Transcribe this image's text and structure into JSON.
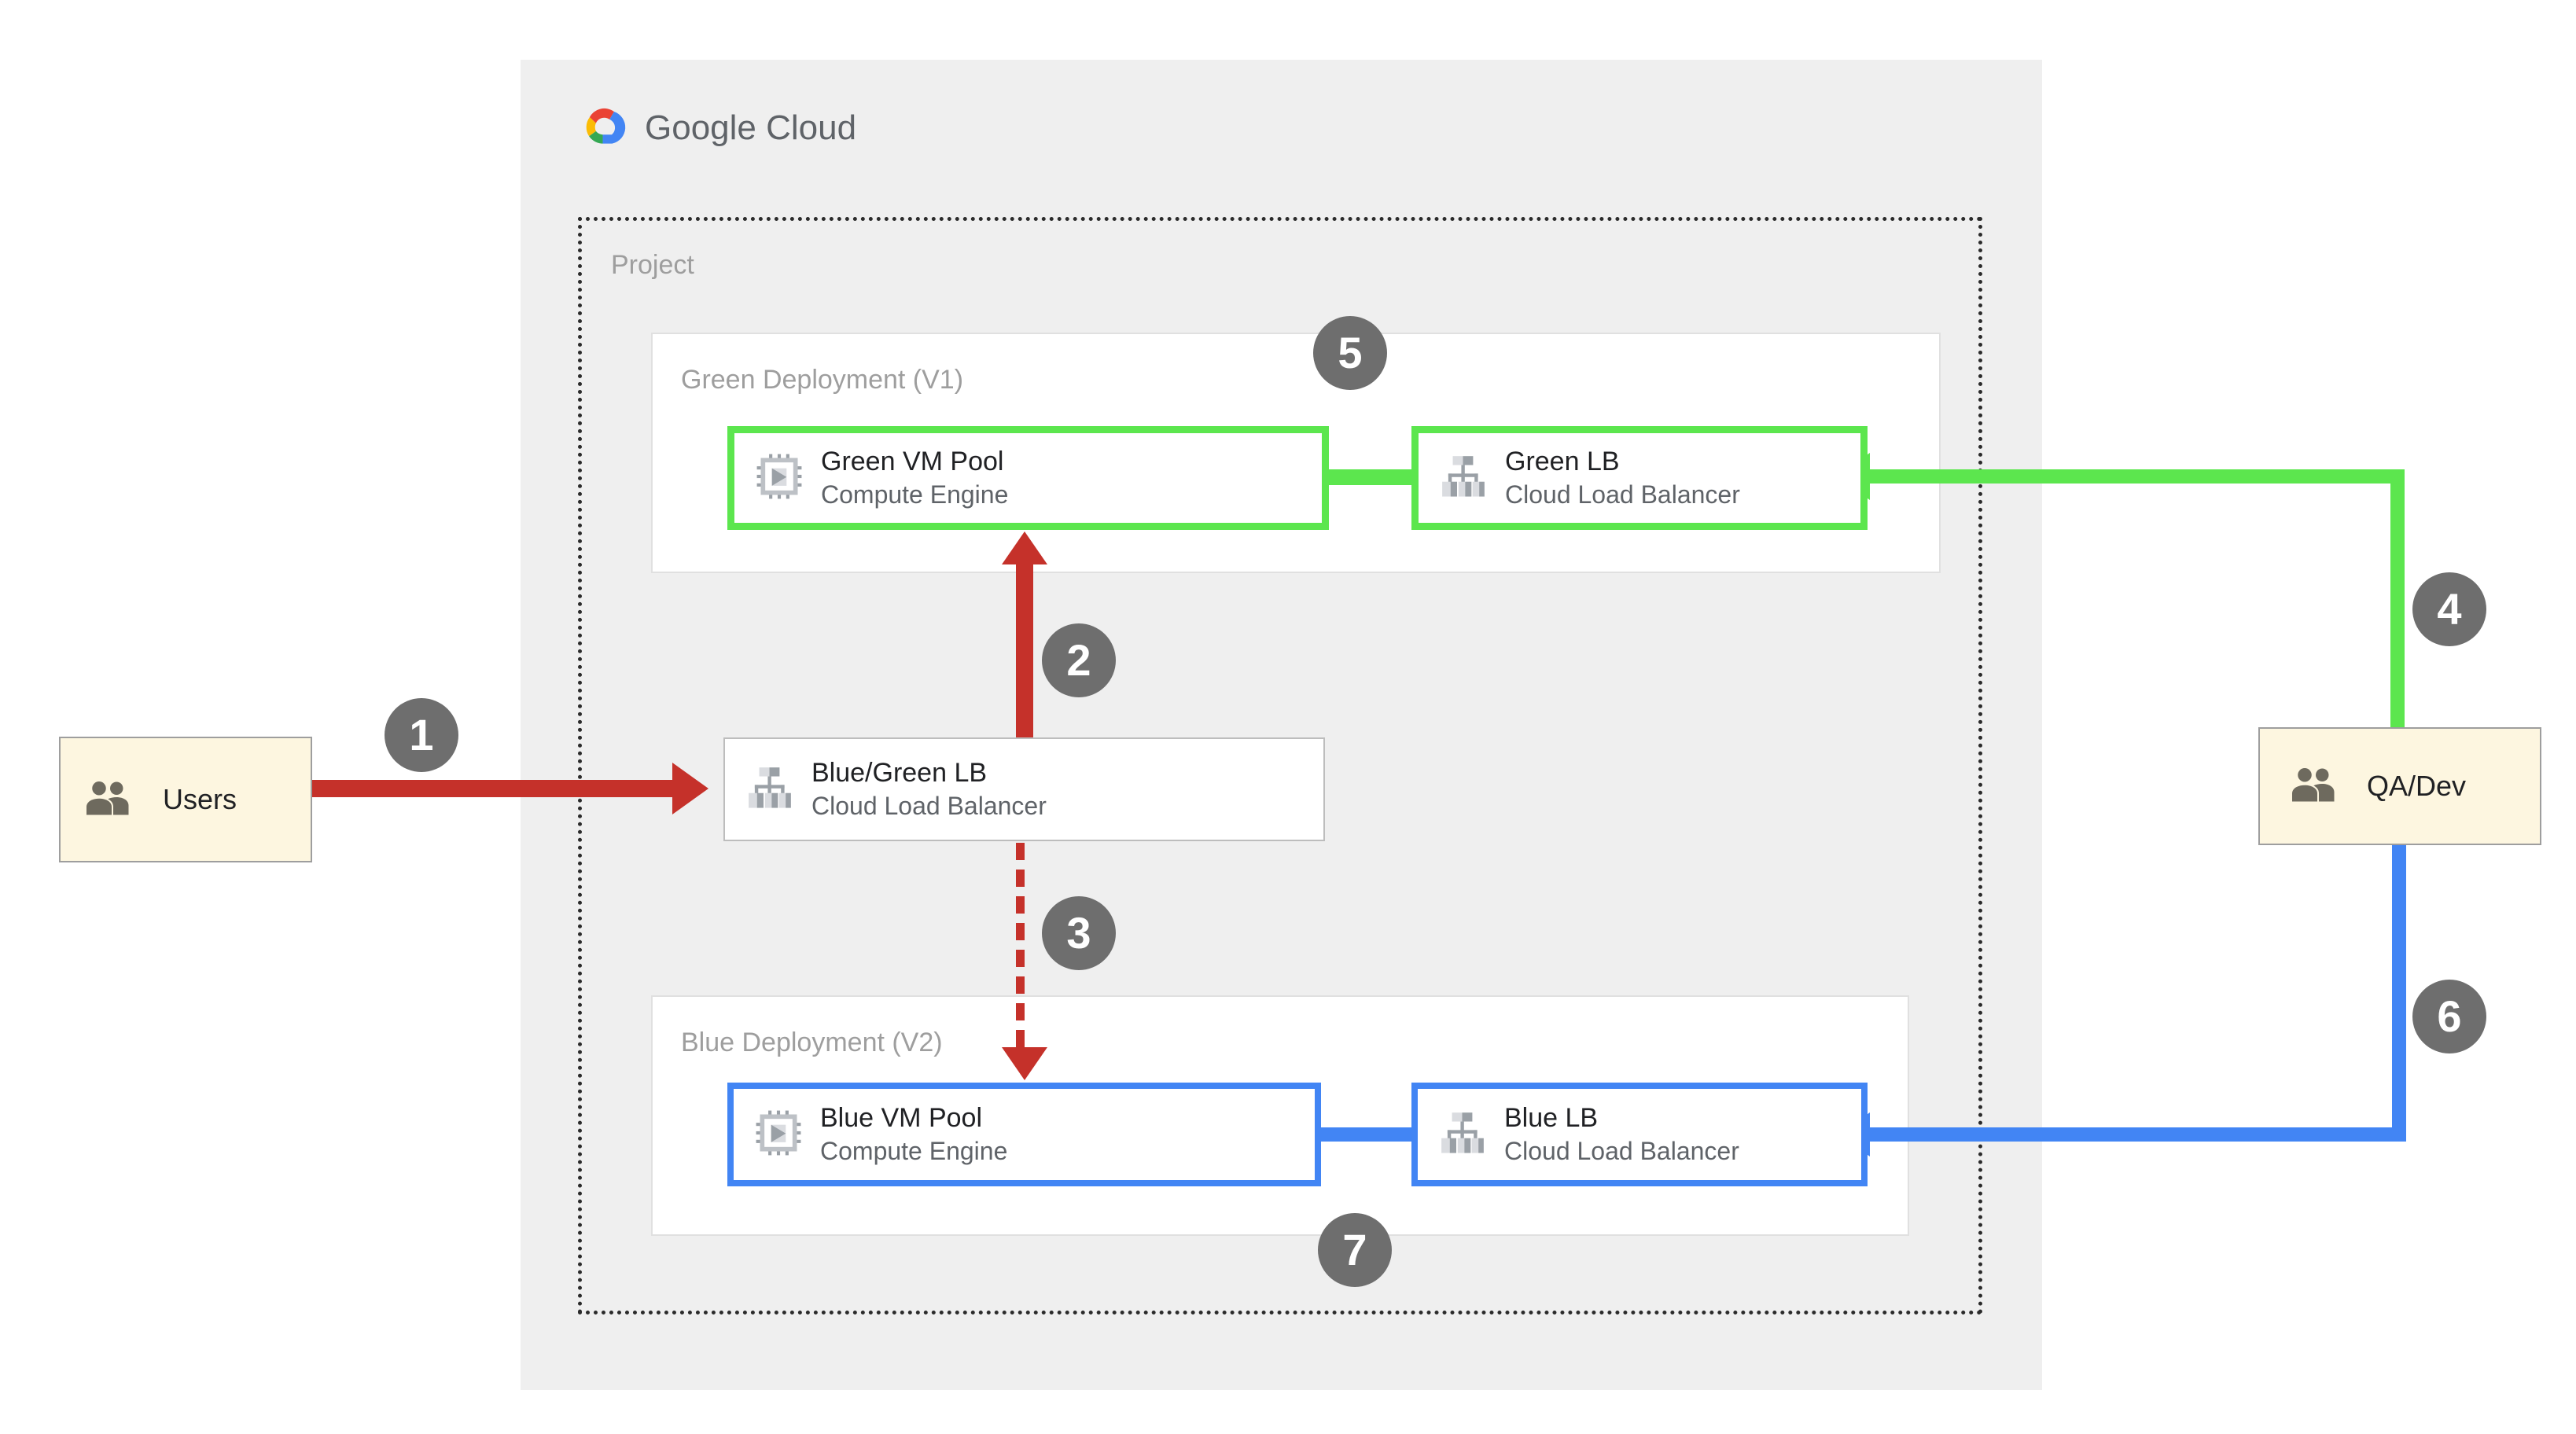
{
  "cloud": {
    "logo_icon": "google-cloud-logo-icon",
    "brand_google": "Google",
    "brand_cloud": "Cloud",
    "project_label": "Project"
  },
  "deployments": [
    {
      "id": "green",
      "label": "Green Deployment (V1)",
      "accent": "#5ce64e",
      "nodes": [
        {
          "id": "green-vm-pool",
          "icon": "compute-engine-icon",
          "title": "Green VM Pool",
          "subtitle": "Compute Engine"
        },
        {
          "id": "green-lb",
          "icon": "cloud-load-balancer-icon",
          "title": "Green LB",
          "subtitle": "Cloud Load Balancer"
        }
      ]
    },
    {
      "id": "blue",
      "label": "Blue Deployment (V2)",
      "accent": "#4285f4",
      "nodes": [
        {
          "id": "blue-vm-pool",
          "icon": "compute-engine-icon",
          "title": "Blue VM Pool",
          "subtitle": "Compute Engine"
        },
        {
          "id": "blue-lb",
          "icon": "cloud-load-balancer-icon",
          "title": "Blue LB",
          "subtitle": "Cloud Load Balancer"
        }
      ]
    }
  ],
  "router": {
    "id": "blue-green-lb",
    "icon": "cloud-load-balancer-icon",
    "title": "Blue/Green LB",
    "subtitle": "Cloud Load Balancer"
  },
  "actors": [
    {
      "id": "users",
      "icon": "people-icon",
      "label": "Users"
    },
    {
      "id": "qa-dev",
      "icon": "people-icon",
      "label": "QA/Dev"
    }
  ],
  "steps": [
    {
      "number": "1",
      "flow": "users-to-blue-green-lb",
      "color": "#c5312a"
    },
    {
      "number": "2",
      "flow": "blue-green-lb-to-green-vm-pool",
      "color": "#c5312a"
    },
    {
      "number": "3",
      "flow": "blue-green-lb-to-blue-vm-pool",
      "color": "#c5312a"
    },
    {
      "number": "4",
      "flow": "qa-dev-to-green-lb",
      "color": "#5ce64e"
    },
    {
      "number": "5",
      "flow": "green-lb-to-green-vm-pool",
      "color": "#5ce64e"
    },
    {
      "number": "6",
      "flow": "qa-dev-to-blue-lb",
      "color": "#4285f4"
    },
    {
      "number": "7",
      "flow": "blue-lb-to-blue-vm-pool",
      "color": "#4285f4"
    }
  ],
  "colors": {
    "panel_background": "#efefef",
    "traffic_red": "#c5312a",
    "green_accent": "#5ce64e",
    "blue_accent": "#4285f4",
    "actor_fill": "#fdf6e0",
    "badge_fill": "#6e6e6e",
    "muted_text": "#9e9e9e"
  }
}
